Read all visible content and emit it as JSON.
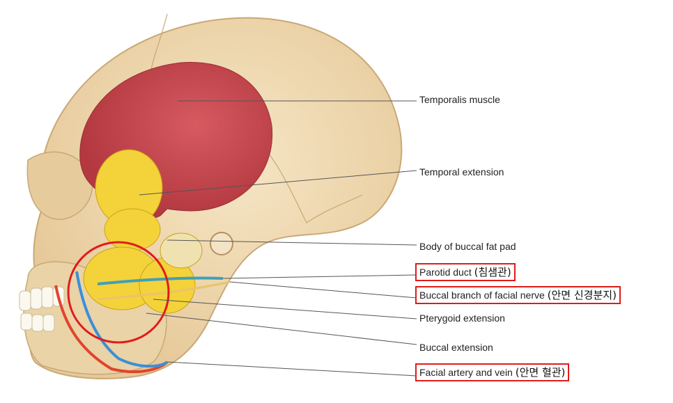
{
  "labels": {
    "temporalis": {
      "text": "Temporalis muscle"
    },
    "temporal_ext": {
      "text": "Temporal extension"
    },
    "body_fat_pad": {
      "text": "Body of buccal fat pad"
    },
    "parotid": {
      "text": "Parotid duct",
      "note": "(침샘관)"
    },
    "buccal_branch": {
      "text": "Buccal branch of facial nerve",
      "note": "(안면 신경분지)"
    },
    "pterygoid": {
      "text": "Pterygoid extension"
    },
    "buccal_ext": {
      "text": "Buccal extension"
    },
    "facial_vessels": {
      "text": "Facial artery and vein",
      "note": "(안면 혈관)"
    }
  },
  "colors": {
    "skull": "#f0dcb4",
    "skull_shadow": "#e2c597",
    "muscle": "#c8484f",
    "fat": "#f4d23a",
    "artery": "#e2432e",
    "vein": "#3a8fd8",
    "highlight": "#e01b1b"
  }
}
